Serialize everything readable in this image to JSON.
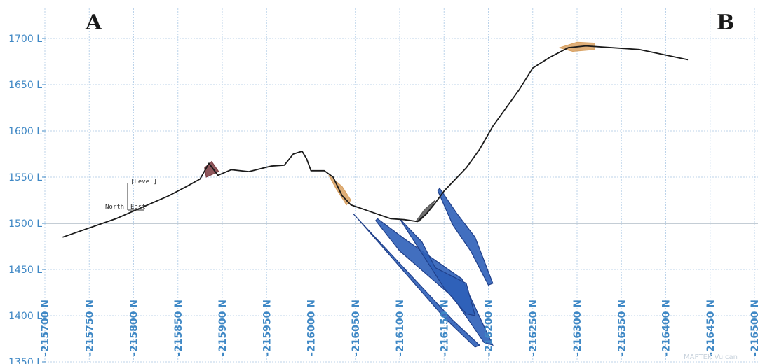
{
  "chart_data": {
    "type": "line",
    "section_labels": {
      "start": "A",
      "end": "B"
    },
    "x_axis": {
      "unit_suffix": " N",
      "ticks": [
        -215700,
        -215750,
        -215800,
        -215850,
        -215900,
        -215950,
        -216000,
        -216050,
        -216100,
        -216150,
        -216200,
        -216250,
        -216300,
        -216350,
        -216400,
        -216450,
        -216500
      ],
      "range": [
        -215700,
        -216500
      ]
    },
    "y_axis": {
      "unit_suffix": " L",
      "ticks": [
        1350,
        1400,
        1450,
        1500,
        1550,
        1600,
        1650,
        1700
      ],
      "range": [
        1350,
        1720
      ]
    },
    "grid": true,
    "reference_lines": {
      "x": -216000,
      "y": 1500
    },
    "series": [
      {
        "role": "surface-profile",
        "color": "#1a1a1a",
        "points": [
          [
            -215720,
            1485
          ],
          [
            -215780,
            1505
          ],
          [
            -215840,
            1530
          ],
          [
            -215860,
            1540
          ],
          [
            -215875,
            1548
          ],
          [
            -215885,
            1565
          ],
          [
            -215895,
            1552
          ],
          [
            -215910,
            1558
          ],
          [
            -215930,
            1556
          ],
          [
            -215955,
            1562
          ],
          [
            -215970,
            1563
          ],
          [
            -215980,
            1575
          ],
          [
            -215990,
            1578
          ],
          [
            -215995,
            1570
          ],
          [
            -216000,
            1557
          ],
          [
            -216015,
            1557
          ],
          [
            -216025,
            1550
          ],
          [
            -216035,
            1530
          ],
          [
            -216045,
            1520
          ],
          [
            -216060,
            1515
          ],
          [
            -216075,
            1510
          ],
          [
            -216090,
            1505
          ],
          [
            -216105,
            1504
          ],
          [
            -216120,
            1502
          ],
          [
            -216130,
            1510
          ],
          [
            -216140,
            1522
          ],
          [
            -216150,
            1535
          ],
          [
            -216160,
            1545
          ],
          [
            -216175,
            1560
          ],
          [
            -216190,
            1580
          ],
          [
            -216205,
            1605
          ],
          [
            -216220,
            1625
          ],
          [
            -216235,
            1645
          ],
          [
            -216250,
            1668
          ],
          [
            -216270,
            1680
          ],
          [
            -216290,
            1690
          ],
          [
            -216310,
            1692
          ],
          [
            -216340,
            1690
          ],
          [
            -216370,
            1688
          ],
          [
            -216400,
            1682
          ],
          [
            -216425,
            1677
          ]
        ]
      }
    ],
    "ore_bodies": [
      {
        "color": "#2e5fb8",
        "points": [
          [
            -216048,
            1510
          ],
          [
            -216160,
            1395
          ],
          [
            -216190,
            1368
          ],
          [
            -216185,
            1366
          ],
          [
            -216150,
            1398
          ],
          [
            -216050,
            1508
          ]
        ]
      },
      {
        "color": "#2e5fb8",
        "points": [
          [
            -216075,
            1505
          ],
          [
            -216110,
            1480
          ],
          [
            -216170,
            1440
          ],
          [
            -216205,
            1368
          ],
          [
            -216195,
            1371
          ],
          [
            -216160,
            1420
          ],
          [
            -216100,
            1470
          ],
          [
            -216073,
            1503
          ]
        ]
      },
      {
        "color": "#2e5fb8",
        "points": [
          [
            -216100,
            1505
          ],
          [
            -216125,
            1480
          ],
          [
            -216140,
            1452
          ],
          [
            -216175,
            1435
          ],
          [
            -216185,
            1400
          ],
          [
            -216175,
            1402
          ],
          [
            -216150,
            1430
          ],
          [
            -216130,
            1460
          ],
          [
            -216110,
            1490
          ]
        ]
      },
      {
        "color": "#2e5fb8",
        "points": [
          [
            -216145,
            1538
          ],
          [
            -216165,
            1510
          ],
          [
            -216185,
            1485
          ],
          [
            -216205,
            1435
          ],
          [
            -216200,
            1433
          ],
          [
            -216180,
            1470
          ],
          [
            -216160,
            1498
          ],
          [
            -216143,
            1535
          ]
        ]
      }
    ],
    "shaded_patches": [
      {
        "color": "#d8a060",
        "points": [
          [
            -216020,
            1552
          ],
          [
            -216035,
            1540
          ],
          [
            -216045,
            1525
          ],
          [
            -216040,
            1520
          ],
          [
            -216028,
            1538
          ]
        ]
      },
      {
        "color": "#d8a060",
        "points": [
          [
            -216280,
            1690
          ],
          [
            -216300,
            1696
          ],
          [
            -216320,
            1695
          ],
          [
            -216320,
            1688
          ],
          [
            -216295,
            1686
          ]
        ]
      },
      {
        "color": "#7a3a40",
        "points": [
          [
            -215880,
            1560
          ],
          [
            -215888,
            1567
          ],
          [
            -215896,
            1556
          ],
          [
            -215882,
            1550
          ]
        ]
      },
      {
        "color": "#555555",
        "points": [
          [
            -216118,
            1502
          ],
          [
            -216128,
            1515
          ],
          [
            -216140,
            1525
          ],
          [
            -216132,
            1512
          ],
          [
            -216122,
            1502
          ]
        ]
      }
    ]
  },
  "inset_axes": {
    "vertical_label": "[Level]",
    "north_label": "North",
    "east_label": "East"
  },
  "watermark": "MAPTEK Vulcan"
}
